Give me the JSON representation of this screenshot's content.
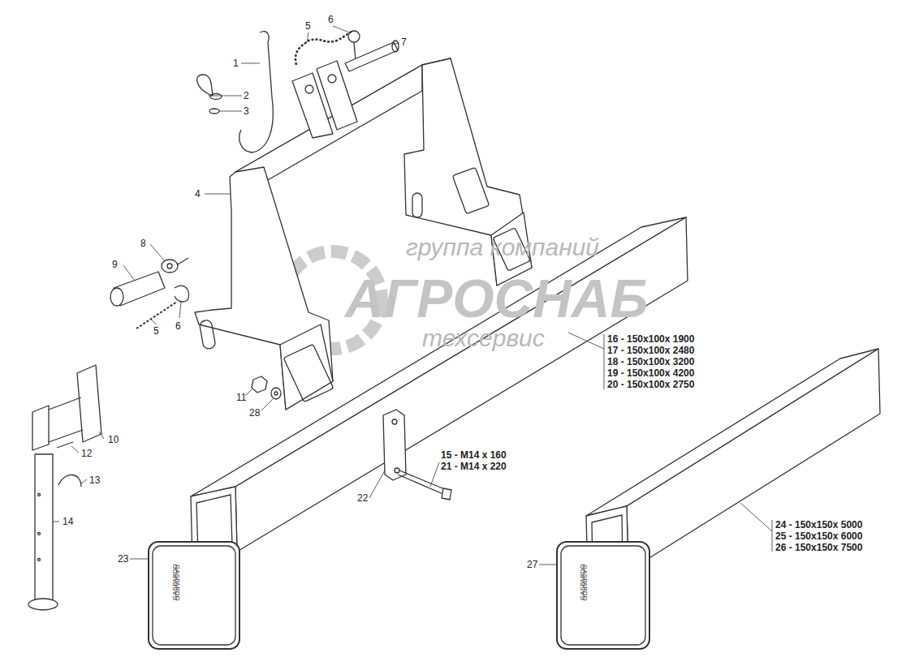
{
  "diagram": {
    "labels": [
      "1",
      "2",
      "3",
      "4",
      "5",
      "6",
      "7",
      "8",
      "9",
      "6",
      "5",
      "10",
      "11",
      "28",
      "12",
      "13",
      "14",
      "15 - M14 x 160",
      "21 - M14 x 220",
      "22",
      "23",
      "27",
      "16 - 150x100x 1900",
      "17 - 150x100x 2480",
      "18 - 150x100x 3200",
      "19 - 150x100x 4200",
      "20 - 150x100x 2750",
      "24 - 150x150x 5000",
      "25 - 150x150x 6000",
      "26 - 150x150x 7500",
      "GASPARDO",
      "GASPARDO",
      "GASPARDO",
      "GASPARDO",
      "группа компаний",
      "АГРОСНАБ",
      "техсервис"
    ]
  }
}
